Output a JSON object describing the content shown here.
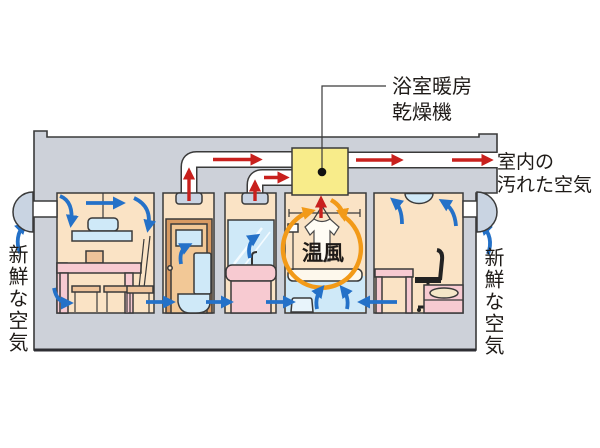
{
  "diagram": {
    "unit_label_line1": "浴室暖房",
    "unit_label_line2": "乾燥機",
    "exhaust_label_line1": "室内の",
    "exhaust_label_line2": "汚れた空気",
    "fresh_air_left": "新鮮な空気",
    "fresh_air_right": "新鮮な空気",
    "warm_air_label": "温風"
  },
  "colors": {
    "wall_gray": "#cdd1d9",
    "room_peach": "#fae3c5",
    "accent_pink": "#f7cad1",
    "light_blue": "#cfe9f8",
    "vent_blue_gray": "#c9d4e3",
    "heater_yellow": "#f8ec8a",
    "arrow_red": "#c8201d",
    "arrow_blue": "#2471c8",
    "arrow_orange": "#f29a18",
    "wood_tan": "#eec39a",
    "door_frame": "#d89a62",
    "outline": "#3a3a3a",
    "text": "#1f1b18"
  }
}
